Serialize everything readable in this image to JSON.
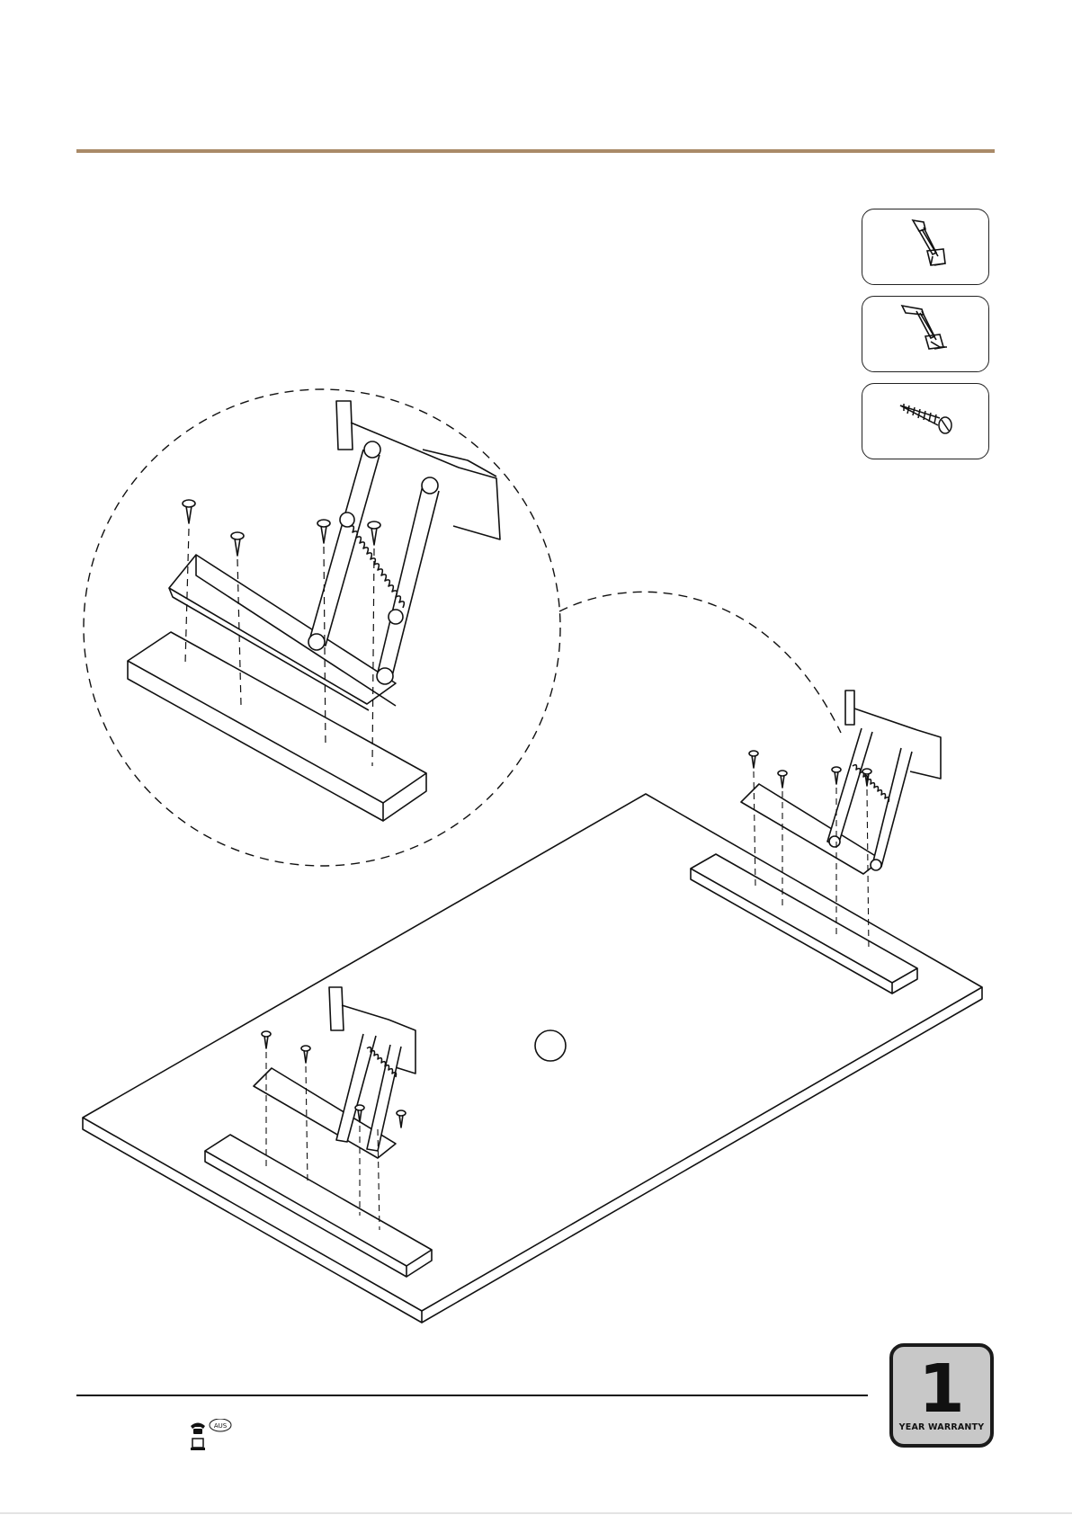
{
  "header": {
    "rule_color": "#a98a68"
  },
  "parts": [
    {
      "name": "hinge-mechanism-left-icon"
    },
    {
      "name": "hinge-mechanism-right-icon"
    },
    {
      "name": "screw-icon"
    }
  ],
  "illustration": {
    "name": "lift-top-hinge-assembly-diagram"
  },
  "footer": {
    "contact_icons": [
      "phone-icon",
      "aus-badge-icon",
      "computer-icon"
    ],
    "aus_label": "AUS"
  },
  "warranty": {
    "number": "1",
    "label": "YEAR WARRANTY",
    "badge_color": "#c8c8c8"
  }
}
